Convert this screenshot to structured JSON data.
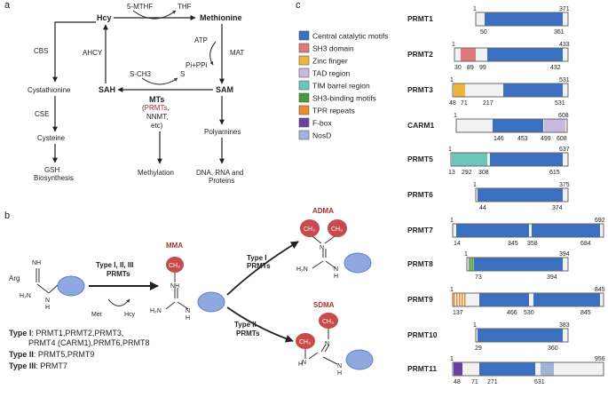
{
  "panel_a": {
    "panel_label": "a",
    "hcy": "Hcy",
    "methionine": "Methionine",
    "sam": "SAM",
    "sah": "SAH",
    "five_mthf": "5-MTHF",
    "thf": "THF",
    "atp": "ATP",
    "pippi": "Pi+PPi",
    "mat": "MAT",
    "ahcy": "AHCY",
    "cbs": "CBS",
    "cystathionine": "Cystathionine",
    "cse": "CSE",
    "cysteine": "Cysteine",
    "gsh_l1": "GSH",
    "gsh_l2": "Biosynthesis",
    "s_ch3": "S-CH3",
    "s": "S",
    "mts": "MTs",
    "mts_l2_open": "(",
    "mts_l2_prmts": "PRMTs",
    "mts_l2_close": ",",
    "mts_l3": "NNMT,",
    "mts_l4": "etc)",
    "methylation": "Methylation",
    "polyamines": "Polyamines",
    "dna_l1": "DNA, RNA and",
    "dna_l2": "Proteins"
  },
  "panel_b": {
    "panel_label": "b",
    "arg": "Arg",
    "nh": "NH",
    "h2n": "H₂N",
    "n": "N",
    "h": "H",
    "type_123_l1": "Type I, II, III",
    "type_123_l2": "PRMTs",
    "met": "Met",
    "hcy": "Hcy",
    "mma": "MMA",
    "adma": "ADMA",
    "sdma": "SDMA",
    "ch3": "CH₃",
    "type1_l1": "Type I",
    "type1_l2": "PRMTs",
    "type2_l1": "Type II",
    "type2_l2": "PRMTs",
    "legend_t1_key": "Type I",
    "legend_t1_l1": ": PRMT1,PRMT2,PRMT3,",
    "legend_t1_l2": "PRMT4 (CARM1),PRMT6,PRMT8",
    "legend_t2_key": "Type II",
    "legend_t2_val": ": PRMT5,PRMT9",
    "legend_t3_key": "Type III",
    "legend_t3_val": ": PRMT7"
  },
  "panel_c": {
    "panel_label": "c",
    "legend": [
      {
        "label": "Central catalytic motifs",
        "color": "#3b6fc0"
      },
      {
        "label": "SH3 domain",
        "color": "#e07a7a"
      },
      {
        "label": "Zinc finger",
        "color": "#f0b43c"
      },
      {
        "label": "TAD region",
        "color": "#c8b8e0"
      },
      {
        "label": "TIM barrel region",
        "color": "#6cc6bb"
      },
      {
        "label": "SH3-binding motifs",
        "color": "#4a9a3a"
      },
      {
        "label": "TPR repeats",
        "color": "#ee8a28"
      },
      {
        "label": "F-box",
        "color": "#6a3fa0"
      },
      {
        "label": "NosD",
        "color": "#9fb4d8"
      }
    ],
    "proteins": [
      {
        "name": "PRMT1",
        "start": "1",
        "end": "371",
        "marks": [
          "50",
          "361"
        ]
      },
      {
        "name": "PRMT2",
        "start": "1",
        "end": "433",
        "marks": [
          "30",
          "89",
          "99",
          "432"
        ]
      },
      {
        "name": "PRMT3",
        "start": "1",
        "end": "531",
        "marks": [
          "48",
          "71",
          "217",
          "531"
        ]
      },
      {
        "name": "CARM1",
        "start": "1",
        "end": "608",
        "marks": [
          "146",
          "453",
          "499",
          "608"
        ]
      },
      {
        "name": "PRMT5",
        "start": "1",
        "end": "637",
        "marks": [
          "13",
          "292",
          "308",
          "615"
        ]
      },
      {
        "name": "PRMT6",
        "start": "1",
        "end": "375",
        "marks": [
          "44",
          "374"
        ]
      },
      {
        "name": "PRMT7",
        "start": "1",
        "end": "692",
        "marks": [
          "14",
          "345",
          "358",
          "684"
        ]
      },
      {
        "name": "PRMT8",
        "start": "1",
        "end": "394",
        "marks": [
          "73",
          "394"
        ]
      },
      {
        "name": "PRMT9",
        "start": "1",
        "end": "845",
        "marks": [
          "137",
          "466",
          "530",
          "845"
        ]
      },
      {
        "name": "PRMT10",
        "start": "1",
        "end": "383",
        "marks": [
          "29",
          "360"
        ]
      },
      {
        "name": "PRMT11",
        "start": "1",
        "end": "956",
        "marks": [
          "48",
          "71",
          "271",
          "531"
        ]
      }
    ]
  }
}
